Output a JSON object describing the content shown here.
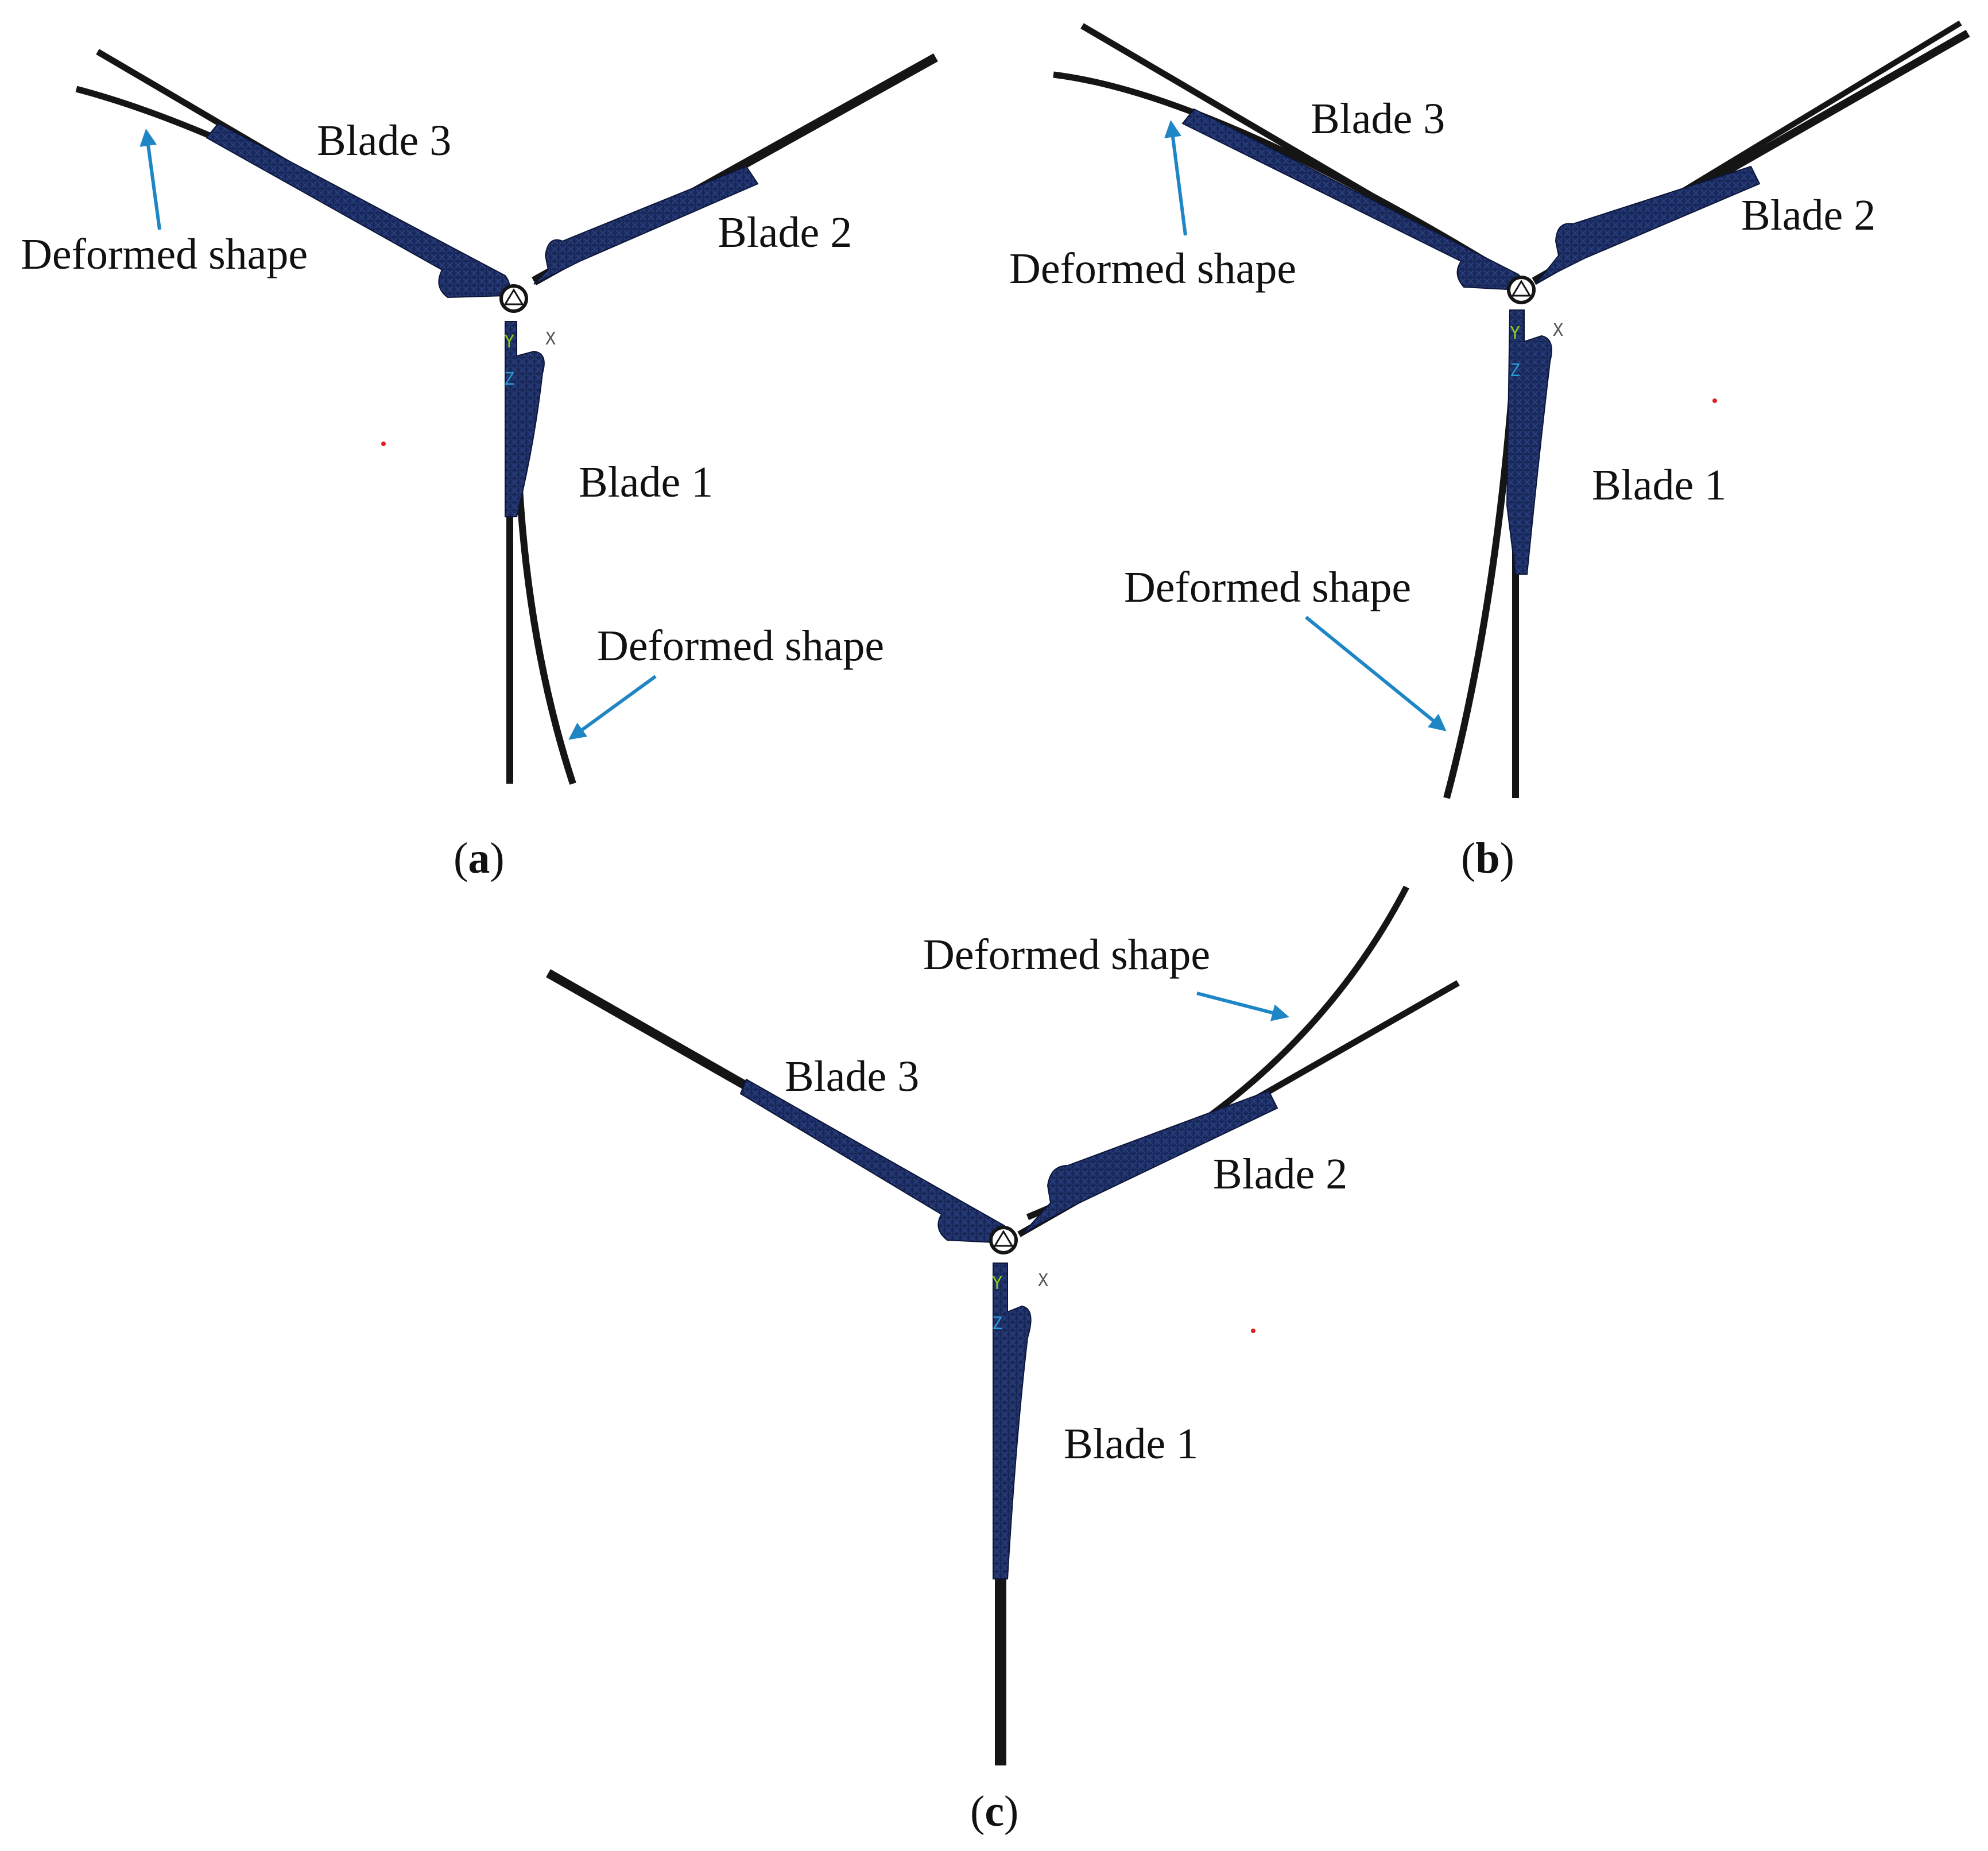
{
  "panels": [
    {
      "id": "a",
      "caption_letter": "a",
      "labels": {
        "blade1": "Blade 1",
        "blade2": "Blade 2",
        "blade3": "Blade 3",
        "deformed_1": "Deformed shape",
        "deformed_2": "Deformed shape"
      },
      "axes": {
        "y": "Y",
        "x": "X",
        "z": "Z"
      }
    },
    {
      "id": "b",
      "caption_letter": "b",
      "labels": {
        "blade1": "Blade 1",
        "blade2": "Blade 2",
        "blade3": "Blade 3",
        "deformed_1": "Deformed shape",
        "deformed_2": "Deformed shape"
      },
      "axes": {
        "y": "Y",
        "x": "X",
        "z": "Z"
      }
    },
    {
      "id": "c",
      "caption_letter": "c",
      "labels": {
        "blade1": "Blade 1",
        "blade2": "Blade 2",
        "blade3": "Blade 3",
        "deformed_1": "Deformed shape"
      },
      "axes": {
        "y": "Y",
        "x": "X",
        "z": "Z"
      }
    }
  ],
  "caption_open": "(",
  "caption_close": ")",
  "colors": {
    "mesh": "#1b2d63",
    "mesh_dark": "#0c1538",
    "deformed": "#151515",
    "arrow": "#1f86c6",
    "axis_y": "#8fd11a",
    "axis_z": "#2a9ad6",
    "axis_x": "#555555",
    "marker": "#e02020"
  }
}
